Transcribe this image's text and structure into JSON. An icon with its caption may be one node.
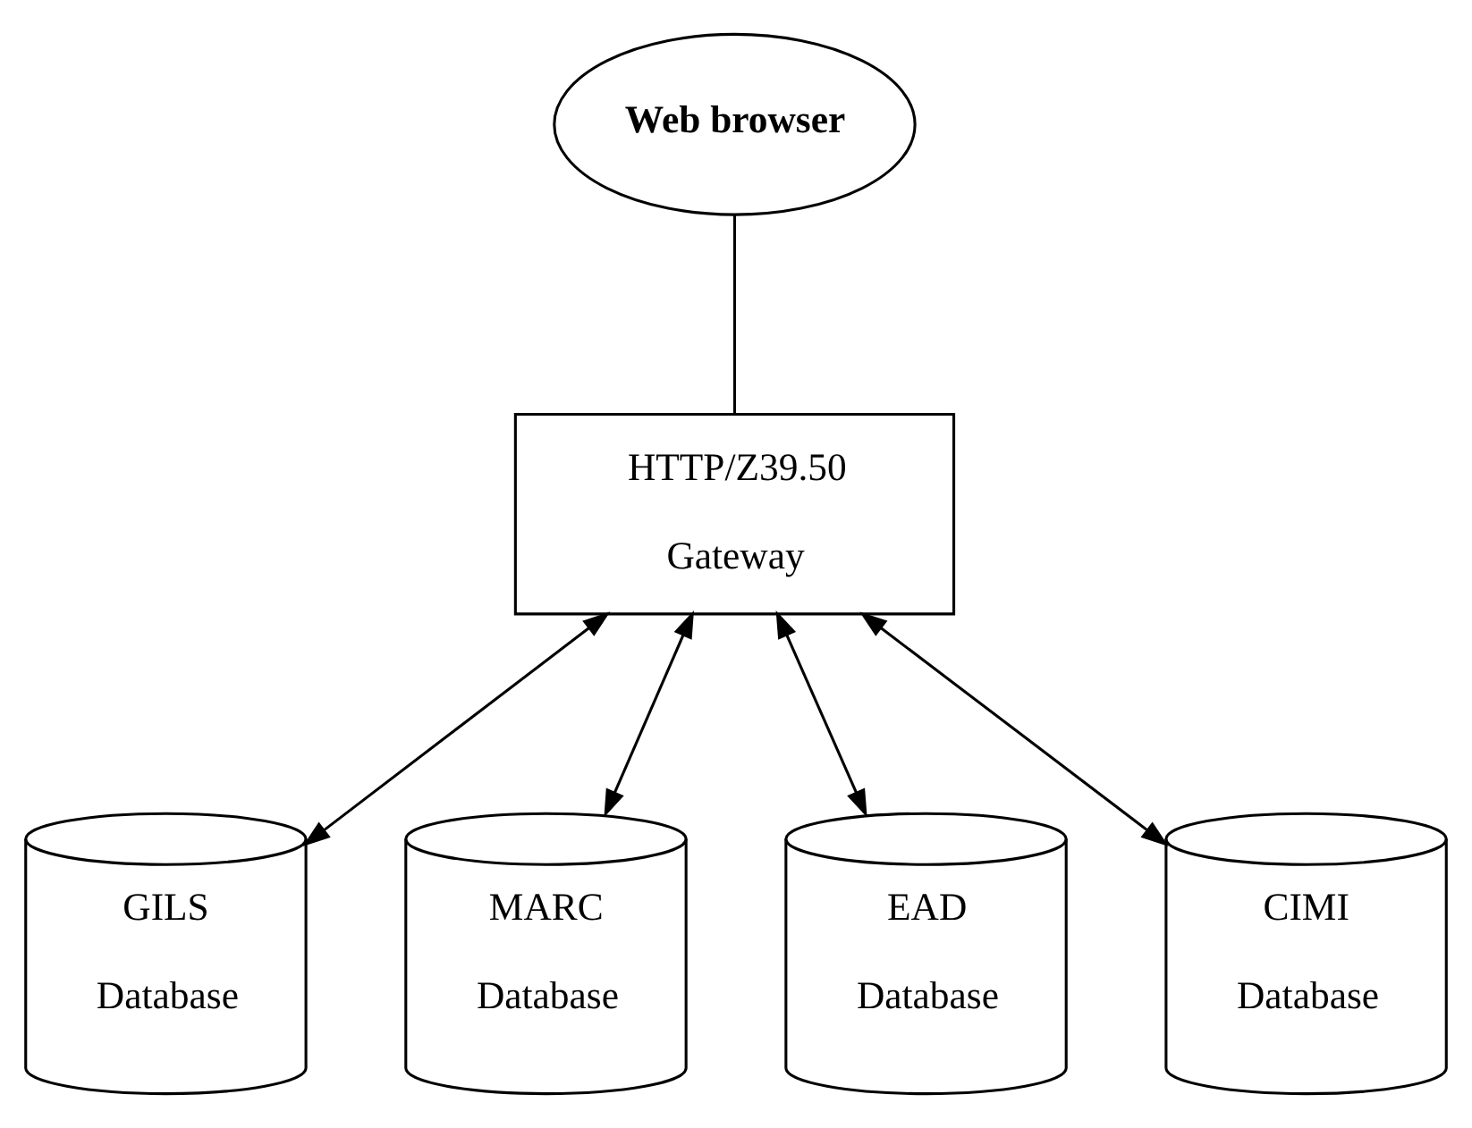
{
  "diagram": {
    "nodes": [
      {
        "text": [
          "Web browser"
        ]
      },
      {
        "text": [
          "HTTP/Z39.50 Gateway"
        ]
      },
      {
        "text": [
          "GILS Database"
        ]
      },
      {
        "text": [
          "MARC Database"
        ]
      },
      {
        "text": [
          "EAD Database"
        ]
      },
      {
        "text": [
          "CIMI Database"
        ]
      }
    ],
    "edges": [
      {
        "from": 0,
        "to": 1,
        "arrow": "none"
      },
      {
        "from": 1,
        "to": 2,
        "arrow": "both"
      },
      {
        "from": 1,
        "to": 3,
        "arrow": "both"
      },
      {
        "from": 1,
        "to": 4,
        "arrow": "both"
      },
      {
        "from": 1,
        "to": 5,
        "arrow": "both"
      }
    ]
  }
}
